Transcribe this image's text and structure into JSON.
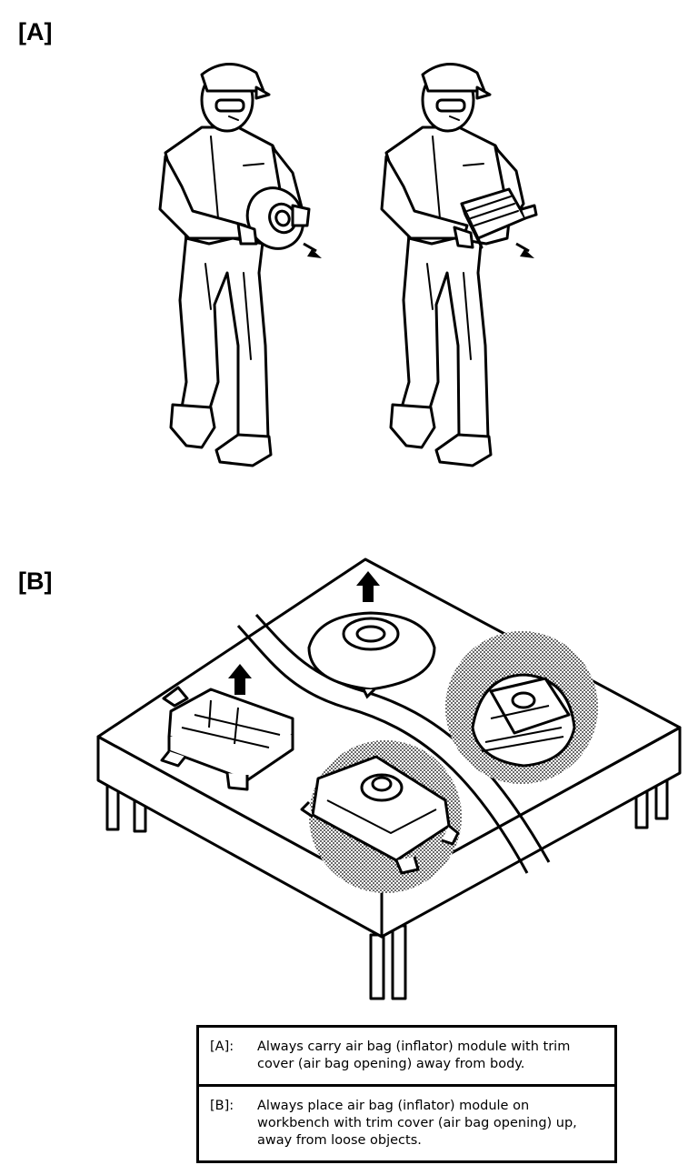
{
  "section_labels": {
    "a": "[A]",
    "b": "[B]"
  },
  "legend": [
    {
      "key": "[A]:",
      "text": "Always carry air bag (inflator) module with trim cover (air bag opening) away from body."
    },
    {
      "key": "[B]:",
      "text": "Always place air bag (inflator) module on workbench with trim cover (air bag opening) up, away from loose objects."
    }
  ],
  "colors": {
    "ink": "#000000",
    "paper": "#ffffff",
    "halftone": "#9a9a9a"
  },
  "icons": [
    "technician-figure",
    "steering-wheel-airbag",
    "passenger-airbag",
    "arrow-icon",
    "workbench"
  ]
}
